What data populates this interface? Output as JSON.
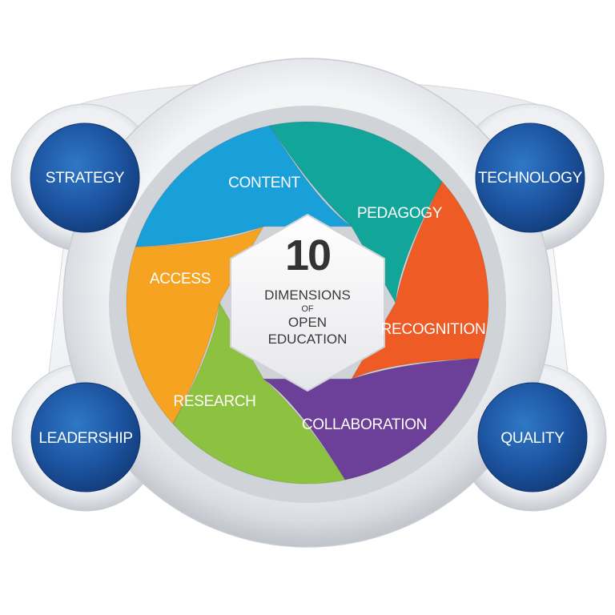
{
  "diagram": {
    "hub": {
      "number": "10",
      "line1": "DIMENSIONS",
      "line2": "OF",
      "line3": "OPEN",
      "line4": "EDUCATION"
    },
    "segments": [
      {
        "id": "content",
        "label": "CONTENT",
        "color": "#1aa0d8"
      },
      {
        "id": "pedagogy",
        "label": "PEDAGOGY",
        "color": "#12a59a"
      },
      {
        "id": "recognition",
        "label": "RECOGNITION",
        "color": "#ee5b24"
      },
      {
        "id": "collaboration",
        "label": "COLLABORATION",
        "color": "#6c3f99"
      },
      {
        "id": "research",
        "label": "RESEARCH",
        "color": "#8cc23f"
      },
      {
        "id": "access",
        "label": "ACCESS",
        "color": "#f5a321"
      }
    ],
    "nodes": [
      {
        "id": "strategy",
        "label": "STRATEGY",
        "color": "#1f5aa6"
      },
      {
        "id": "technology",
        "label": "TECHNOLOGY",
        "color": "#1f5aa6"
      },
      {
        "id": "leadership",
        "label": "LEADERSHIP",
        "color": "#1f5aa6"
      },
      {
        "id": "quality",
        "label": "QUALITY",
        "color": "#1f5aa6"
      }
    ]
  }
}
